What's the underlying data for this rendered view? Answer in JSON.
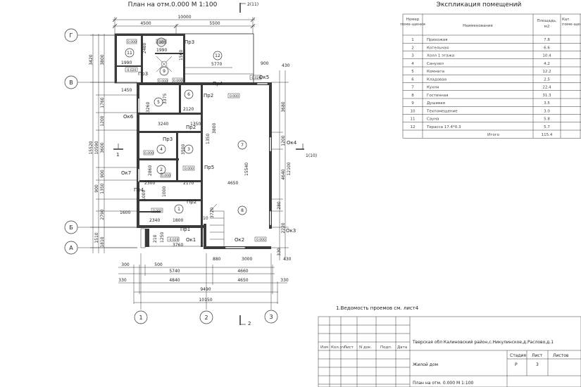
{
  "plan": {
    "title": "План на отм.0.000 М 1:100",
    "section_top": "2(11)",
    "section_right": "1(10)",
    "section_left": "1",
    "section_bottom": "2",
    "axes_x": [
      "1",
      "2",
      "3"
    ],
    "axes_y": [
      "Г",
      "В",
      "Б",
      "А"
    ],
    "dims_top": [
      "10000",
      "4500",
      "5500"
    ],
    "dims_bottom": [
      "300",
      "500",
      "5740",
      "4660",
      "330",
      "4840",
      "4650",
      "330",
      "9490",
      "10150"
    ],
    "dims_left": [
      "3420",
      "3800",
      "1760",
      "1200",
      "3600",
      "10590",
      "15520",
      "900",
      "1350",
      "900",
      "2790",
      "1510",
      "1810"
    ],
    "dims_right": [
      "430",
      "3680",
      "12100",
      "1200",
      "4640",
      "280",
      "2220",
      "330",
      "430"
    ],
    "inner_dims": [
      "1990",
      "2480",
      "1990",
      "1560",
      "5770",
      "900",
      "1450",
      "3375",
      "2120",
      "3240",
      "1350",
      "3800",
      "15540",
      "2300",
      "2170",
      "4650",
      "2340",
      "1800",
      "3720",
      "3760",
      "880",
      "3000",
      "1600",
      "1000",
      "3260",
      "1350",
      "1000",
      "1250",
      "2860",
      "210",
      "3500",
      "10"
    ],
    "rooms": [
      "1",
      "2",
      "3",
      "4",
      "5",
      "6",
      "7",
      "8",
      "9",
      "10",
      "11",
      "12"
    ],
    "openings": [
      "Пр1",
      "Пр2",
      "Пр2",
      "Пр2",
      "Пр3",
      "Пр3",
      "Пр3",
      "Пр4",
      "Пр4",
      "Пр5",
      "Ок1",
      "Ок2",
      "Ок3",
      "Ок4",
      "Ок5",
      "Ок6",
      "Ок7"
    ],
    "marks": [
      "0.000",
      "-0.020",
      "0.000",
      "0.000",
      "0.000",
      "0.000",
      "0.000",
      "-0.020",
      "0.000",
      "0.000",
      "0.000",
      "0.000",
      "-0.020"
    ]
  },
  "explication": {
    "title": "Экспликация помещений",
    "headers": [
      "Номер поме-щения",
      "Наименование",
      "Площадь, м2",
      "Кат. поме-щения"
    ],
    "rows": [
      [
        "1",
        "Прихожая",
        "7.8"
      ],
      [
        "2",
        "Котельная",
        "6.6"
      ],
      [
        "3",
        "Холл 1 этажа",
        "10.4"
      ],
      [
        "4",
        "Санузел",
        "4.2"
      ],
      [
        "5",
        "Комната",
        "12.2"
      ],
      [
        "6",
        "Кладовая",
        "2.5"
      ],
      [
        "7",
        "Кухня",
        "22.4"
      ],
      [
        "8",
        "Гостинная",
        "31.3"
      ],
      [
        "9",
        "Душевая",
        "3.5"
      ],
      [
        "10",
        "Техпомещение",
        "3.0"
      ],
      [
        "11",
        "Сауна",
        "5.8"
      ],
      [
        "12",
        "Терасса 17.4*0.3",
        "5.7"
      ]
    ],
    "total_label": "Итого",
    "total_value": "115.4"
  },
  "note": "1.Ведомость проемов см. лист4",
  "title_block": {
    "address": "Тверская обл Калиновский район,с.Никулинское,д.Раслово,д.1",
    "building": "Жилой дом",
    "sheet_name": "План на отм. 0.000  М 1:100",
    "headers": [
      "Изм",
      "Кол.уч",
      "Лист",
      "N док.",
      "Подп.",
      "Дата"
    ],
    "stage_label": "Стадия",
    "sheet_label": "Лист",
    "sheets_label": "Листов",
    "stage": "Р",
    "sheet": "3"
  }
}
